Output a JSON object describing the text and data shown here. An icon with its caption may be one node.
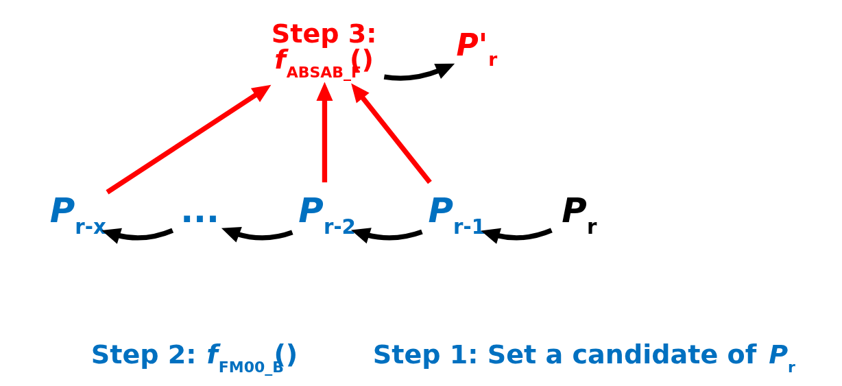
{
  "diagram": {
    "nodes": [
      {
        "text": [
          "Step 3:",
          "*f*$_{ABSAB_F}$()"
        ]
      },
      {
        "text": [
          "*P*'$_{r}$"
        ]
      },
      {
        "text": [
          "*P*$_{r-x}$"
        ]
      },
      {
        "text": [
          "..."
        ]
      },
      {
        "text": [
          "*P*$_{r-2}$"
        ]
      },
      {
        "text": [
          "*P*$_{r-1}$"
        ]
      },
      {
        "text": [
          "*P*$_{r}$"
        ]
      }
    ],
    "edges": [
      {
        "from": 2,
        "to": 0,
        "arrow": "to",
        "color": "#ff0000"
      },
      {
        "from": 4,
        "to": 0,
        "arrow": "to",
        "color": "#ff0000"
      },
      {
        "from": 5,
        "to": 0,
        "arrow": "to",
        "color": "#ff0000"
      },
      {
        "from": 0,
        "to": 1,
        "arrow": "to"
      },
      {
        "from": 3,
        "to": 2,
        "arrow": "to"
      },
      {
        "from": 4,
        "to": 3,
        "arrow": "to"
      },
      {
        "from": 5,
        "to": 4,
        "arrow": "to"
      },
      {
        "from": 6,
        "to": 5,
        "arrow": "to"
      }
    ],
    "labels": [
      "Step 1: Set a candidate of *P*$_{r}$",
      "Step 2: *f*$_{FM00_B}$()"
    ]
  }
}
